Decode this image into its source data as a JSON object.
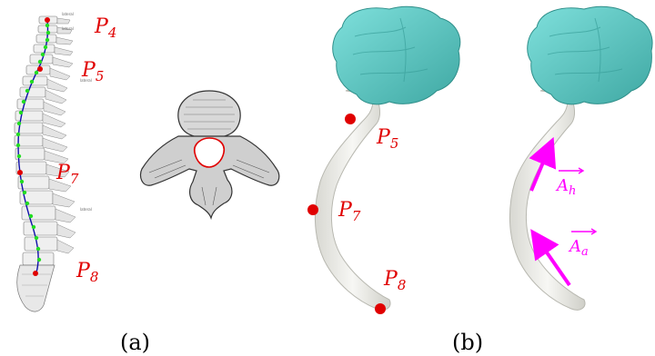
{
  "colors": {
    "marker_red": "#e00000",
    "path_green": "#22dd22",
    "path_blue": "#1010aa",
    "brain": "#5cc9c4",
    "cord": "#eeeee8",
    "arrow": "#ff00ff"
  },
  "panel_a": {
    "caption": "(a)",
    "labels": {
      "p4": {
        "base": "P",
        "sub": "4"
      },
      "p5": {
        "base": "P",
        "sub": "5"
      },
      "p7": {
        "base": "P",
        "sub": "7"
      },
      "p8": {
        "base": "P",
        "sub": "8"
      }
    }
  },
  "panel_b": {
    "caption": "(b)",
    "labels": {
      "p5": {
        "base": "P",
        "sub": "5"
      },
      "p7": {
        "base": "P",
        "sub": "7"
      },
      "p8": {
        "base": "P",
        "sub": "8"
      }
    },
    "vectors": {
      "ah": {
        "base": "A",
        "sub": "h"
      },
      "aa": {
        "base": "A",
        "sub": "a"
      }
    }
  }
}
